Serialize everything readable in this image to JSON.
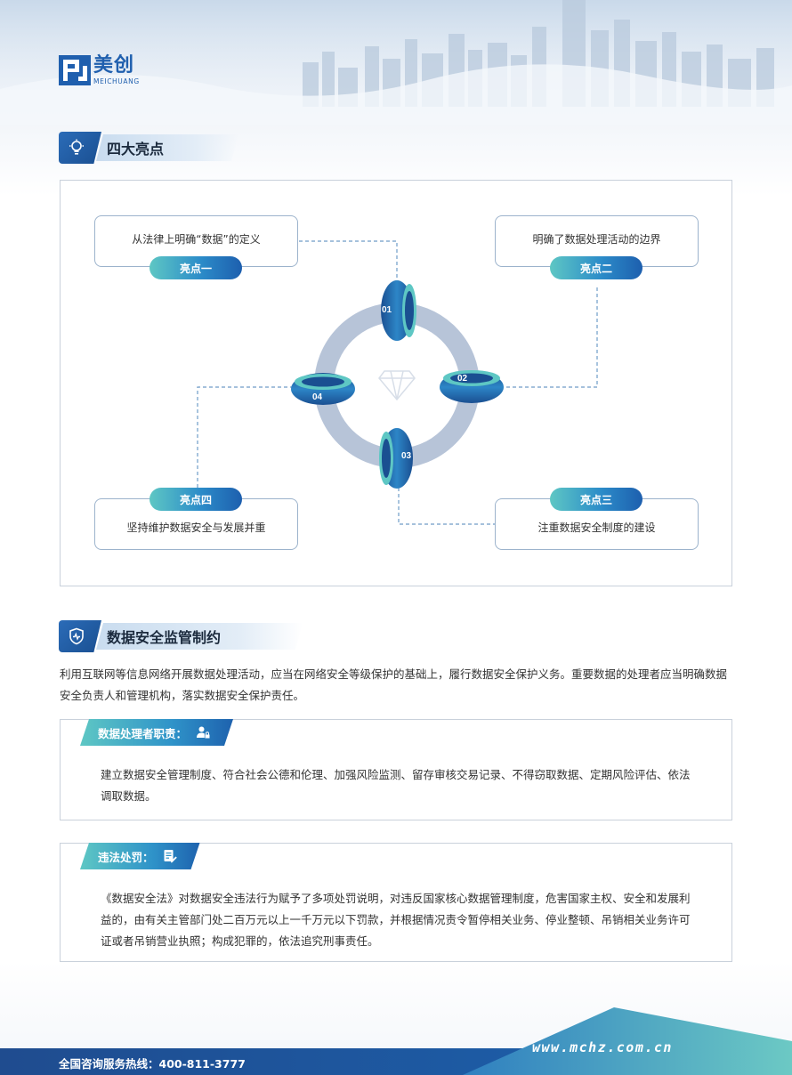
{
  "brand": {
    "name_cn": "美创",
    "name_en": "MEICHUANG"
  },
  "section1": {
    "title": "四大亮点"
  },
  "highlights": [
    {
      "tag": "亮点一",
      "text": "从法律上明确“数据”的定义",
      "num": "01"
    },
    {
      "tag": "亮点二",
      "text": "明确了数据处理活动的边界",
      "num": "02"
    },
    {
      "tag": "亮点三",
      "text": "注重数据安全制度的建设",
      "num": "03"
    },
    {
      "tag": "亮点四",
      "text": "坚持维护数据安全与发展并重",
      "num": "04"
    }
  ],
  "section2": {
    "title": "数据安全监管制约",
    "intro": "利用互联网等信息网络开展数据处理活动，应当在网络安全等级保护的基础上，履行数据安全保护义务。重要数据的处理者应当明确数据安全负责人和管理机构，落实数据安全保护责任。",
    "duty": {
      "label": "数据处理者职责：",
      "text": "建立数据安全管理制度、符合社会公德和伦理、加强风险监测、留存审核交易记录、不得窃取数据、定期风险评估、依法调取数据。"
    },
    "penalty": {
      "label": "违法处罚：",
      "text": "《数据安全法》对数据安全违法行为赋予了多项处罚说明，对违反国家核心数据管理制度，危害国家主权、安全和发展利益的，由有关主管部门处二百万元以上一千万元以下罚款，并根据情况责令暂停相关业务、停业整顿、吊销相关业务许可证或者吊销营业执照；构成犯罪的，依法追究刑事责任。"
    }
  },
  "footer": {
    "hotline": "全国咨询服务热线：400-811-3777",
    "website": "www.mchz.com.cn"
  },
  "colors": {
    "primary": "#1f5fae",
    "accent": "#5ec7c4",
    "ring": "#b7c4d8"
  }
}
